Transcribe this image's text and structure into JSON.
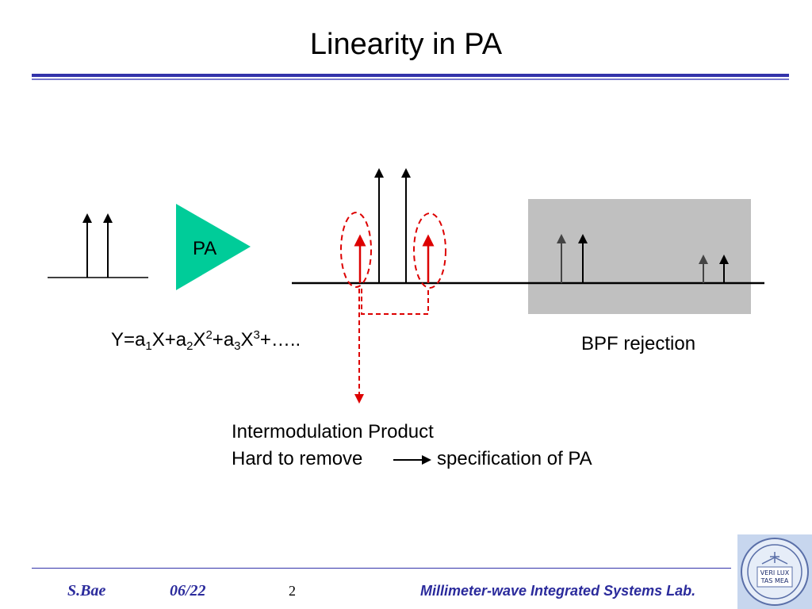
{
  "slide": {
    "title": "Linearity in PA"
  },
  "diagram": {
    "pa_label": "PA",
    "equation": {
      "y": "Y=a",
      "s1": "1",
      "x1": "X+a",
      "s2": "2",
      "x2": "X",
      "p2": "2",
      "plus": "+a",
      "s3": "3",
      "x3": "X",
      "p3": "3",
      "tail": "+….."
    },
    "bpf_label": "BPF rejection",
    "intermod_line1": "Intermodulation Product",
    "intermod_line2": "Hard to remove",
    "intermod_result": "specification of PA"
  },
  "footer": {
    "author": "S.Bae",
    "date": "06/22",
    "page_number": "2",
    "lab": "Millimeter-wave Integrated Systems Lab.",
    "logo_text_line1": "VERI LUX",
    "logo_text_line2": "TAS MEA"
  },
  "colors": {
    "title_rule": "#3333aa",
    "pa_triangle": "#00cc99",
    "im_red": "#dd0000",
    "bpf_region": "#c0c0c0",
    "footer_text": "#2b2b9c"
  }
}
